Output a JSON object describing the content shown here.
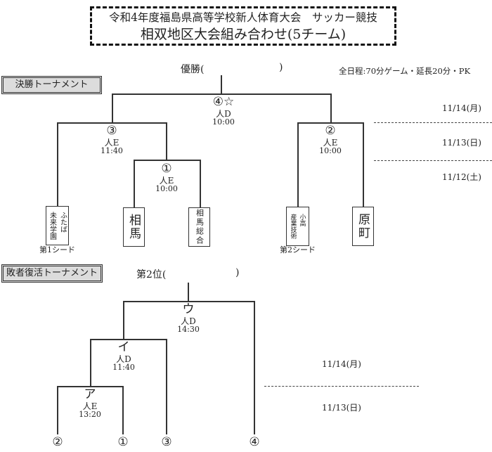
{
  "title": {
    "line1": "令和4年度福島県高等学校新人体育大会　サッカー競技",
    "line2": "相双地区大会組み合わせ(5チーム)"
  },
  "rules": "全日程:70分ゲーム・延長20分・PK",
  "final_tournament": {
    "section_label": "決勝トーナメント",
    "winner_label": "優勝(",
    "winner_close": ")",
    "matches": [
      {
        "id": "4",
        "label": "④☆",
        "court": "人D",
        "time": "10:00"
      },
      {
        "id": "3",
        "label": "③",
        "court": "人E",
        "time": "11:40"
      },
      {
        "id": "1",
        "label": "①",
        "court": "人E",
        "time": "10:00"
      },
      {
        "id": "2",
        "label": "②",
        "court": "人E",
        "time": "10:00"
      }
    ],
    "teams": [
      {
        "name": "ふたば未来学園",
        "col1": "ふたば",
        "col2": "未来学園",
        "seed": "第1シード"
      },
      {
        "name": "相馬"
      },
      {
        "name": "相馬総合"
      },
      {
        "name": "小高産業技術",
        "col1": "小高",
        "col2": "産業技術",
        "seed": "第2シード"
      },
      {
        "name": "原町"
      }
    ],
    "dates": [
      "11/14(月)",
      "11/13(日)",
      "11/12(土)"
    ]
  },
  "consolation_tournament": {
    "section_label": "敗者復活トーナメント",
    "second_label": "第2位(",
    "second_close": ")",
    "matches": [
      {
        "id": "ウ",
        "label": "ウ",
        "court": "人D",
        "time": "14:30"
      },
      {
        "id": "イ",
        "label": "イ",
        "court": "人D",
        "time": "11:40"
      },
      {
        "id": "ア",
        "label": "ア",
        "court": "人E",
        "time": "13:20"
      }
    ],
    "entries": [
      "②",
      "①",
      "③",
      "④"
    ],
    "dates": [
      "11/14(月)",
      "11/13(日)"
    ]
  }
}
